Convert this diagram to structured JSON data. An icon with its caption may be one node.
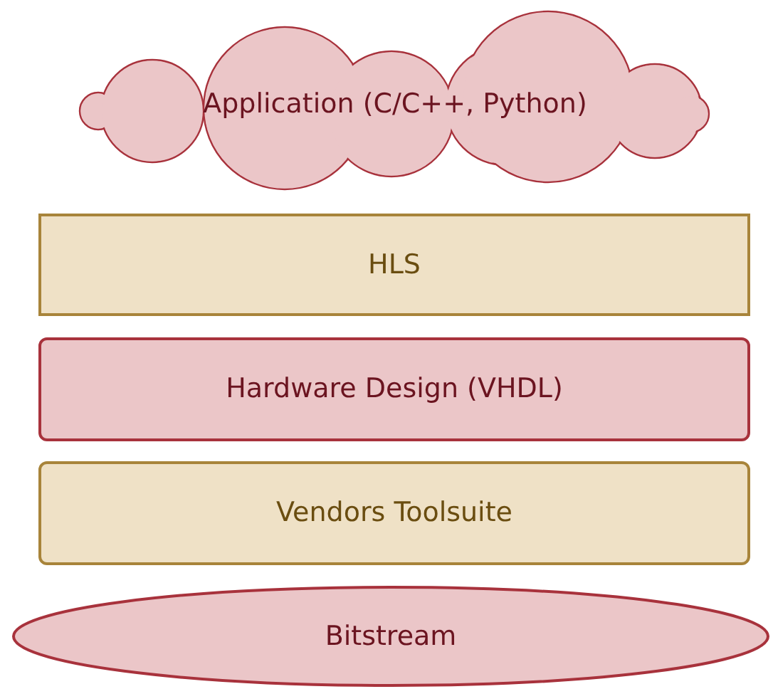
{
  "diagram": {
    "nodes": [
      {
        "text": [
          "Application (C/C++, Python)"
        ]
      },
      {
        "text": [
          "HLS"
        ]
      },
      {
        "text": [
          "Hardware Design (VHDL)"
        ]
      },
      {
        "text": [
          "Vendors Toolsuite"
        ]
      },
      {
        "text": [
          "Bitstream"
        ]
      }
    ]
  }
}
